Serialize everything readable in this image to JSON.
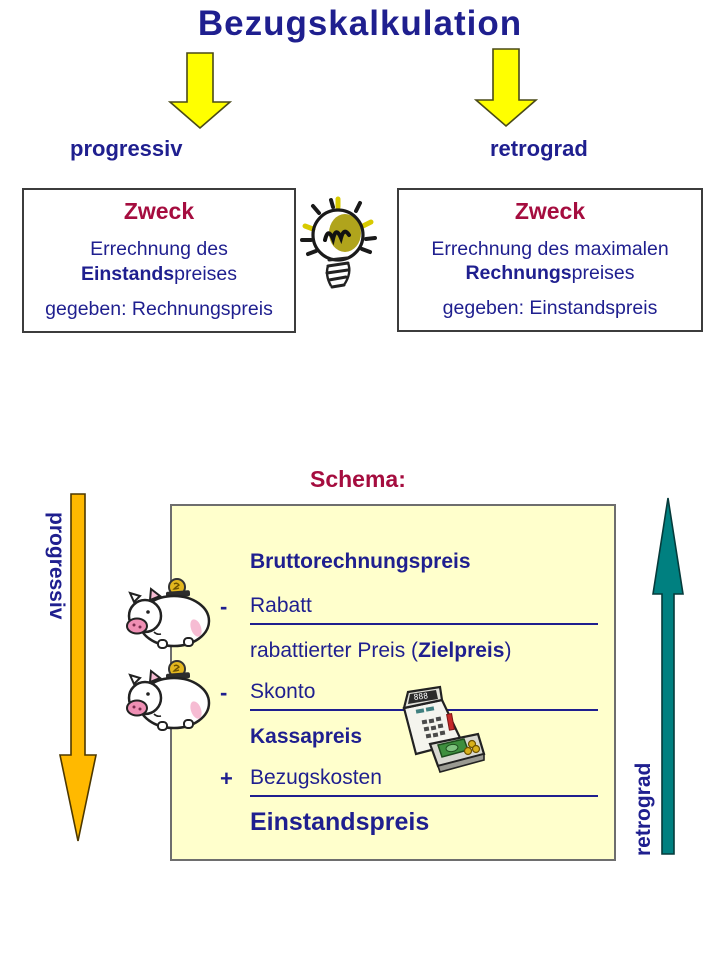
{
  "title": "Bezugskalkulation",
  "branch": {
    "left_label": "progressiv",
    "right_label": "retrograd"
  },
  "zweck_left": {
    "heading": "Zweck",
    "purpose_line1": "Errechnung des",
    "purpose_bold": "Einstands",
    "purpose_rest": "preises",
    "given": "gegeben: Rechnungspreis"
  },
  "zweck_right": {
    "heading": "Zweck",
    "purpose_line1": "Errechnung des maximalen",
    "purpose_bold": "Rechnungs",
    "purpose_rest": "preises",
    "given": "gegeben: Einstandspreis"
  },
  "schema": {
    "label": "Schema:",
    "row1": "Bruttorechnungspreis",
    "row2_op": "-",
    "row2_text": "Rabatt",
    "row3_pre": "rabattierter Preis (",
    "row3_bold": "Zielpreis",
    "row3_post": ")",
    "row4_op": "-",
    "row4_text": "Skonto",
    "row5": "Kassapreis",
    "row6_op": "+",
    "row6_text": "Bezugskosten",
    "row7": "Einstandspreis"
  },
  "side": {
    "left_label": "progressiv",
    "right_label": "retrograd"
  },
  "icons": {
    "lightbulb": "lightbulb-icon",
    "piggy_bank": "piggy-bank-icon",
    "cash_register": "cash-register-icon",
    "down_arrow": "down-arrow-icon",
    "up_arrow": "up-arrow-icon"
  },
  "colors": {
    "text_navy": "#1f1f8f",
    "heading_red": "#a50d3f",
    "arrow_yellow": "#ffff00",
    "arrow_orange": "#ffb900",
    "arrow_teal": "#008080",
    "schema_fill": "#ffffcc"
  }
}
